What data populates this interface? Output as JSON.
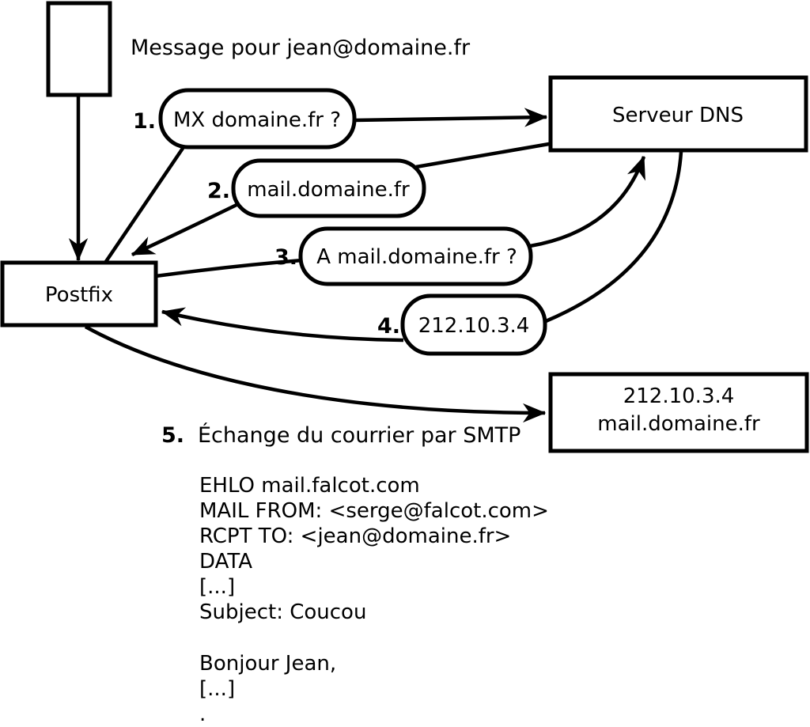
{
  "diagram": {
    "header": "Message pour jean@domaine.fr",
    "nodes": {
      "postfix": {
        "label": "Postfix"
      },
      "dns_server": {
        "label": "Serveur DNS"
      },
      "mail_server": {
        "line1": "212.10.3.4",
        "line2": "mail.domaine.fr"
      }
    },
    "steps": [
      {
        "num": "1.",
        "label": "MX domaine.fr ?"
      },
      {
        "num": "2.",
        "label": "mail.domaine.fr"
      },
      {
        "num": "3.",
        "label": "A mail.domaine.fr ?"
      },
      {
        "num": "4.",
        "label": "212.10.3.4"
      },
      {
        "num": "5.",
        "label": "Échange du courrier par SMTP"
      }
    ],
    "smtp_session": {
      "lines": [
        "EHLO mail.falcot.com",
        "MAIL FROM: <serge@falcot.com>",
        "RCPT TO: <jean@domaine.fr>",
        "DATA",
        "[...]",
        "Subject: Coucou",
        "Bonjour Jean,",
        "[...]",
        "."
      ]
    },
    "colors": {
      "stroke": "#000000",
      "background": "#ffffff"
    }
  }
}
